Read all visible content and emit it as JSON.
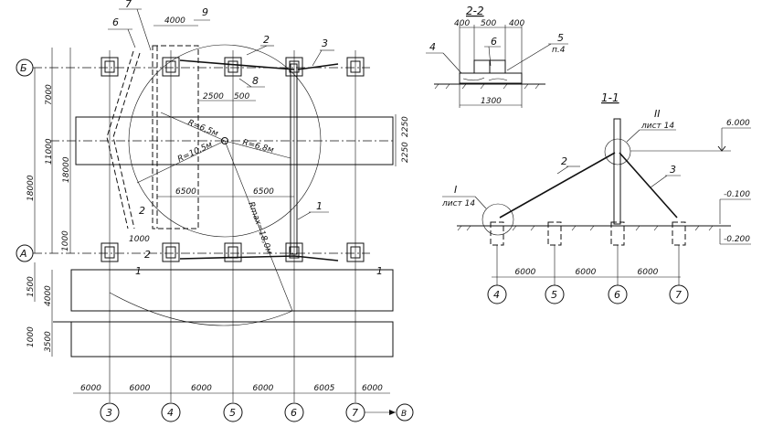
{
  "plan": {
    "row_axes": {
      "top": "Б",
      "bottom": "А"
    },
    "column_axes": [
      "3",
      "4",
      "5",
      "6",
      "7",
      "В"
    ],
    "bottom_dims": [
      "6000",
      "6000",
      "6000",
      "6000",
      "6005",
      "6000"
    ],
    "left_dims": {
      "total": "18000",
      "total2": "18000",
      "upper": "7000",
      "lower": "11000",
      "small": "1000",
      "band1": "1500",
      "band2": "4000",
      "band3": "1000",
      "band4": "3500"
    },
    "right_dims": [
      "2250",
      "2250"
    ],
    "top_dim": "4000",
    "dim_2500": "2500",
    "dim_500": "500",
    "dim_6500_left": "6500",
    "dim_6500_right": "6500",
    "dim_1000_small": "1000",
    "radii": {
      "r1": "R=6,5м",
      "r2": "R=6,8м",
      "r3": "R=10,5м",
      "rmax": "Rmax=18,0м"
    },
    "callouts": [
      "1",
      "2",
      "3",
      "6",
      "7",
      "8",
      "9"
    ],
    "section_mark": "2",
    "section_cut": "1"
  },
  "section_2_2": {
    "title": "2-2",
    "dims": [
      "400",
      "500",
      "400"
    ],
    "total": "1300",
    "callouts": {
      "left": "4",
      "mid": "6",
      "right": "5",
      "right_note": "п.4"
    }
  },
  "section_1_1": {
    "title": "1-1",
    "node_I": {
      "mark": "I",
      "sheet": "лист 14"
    },
    "node_II": {
      "mark": "II",
      "sheet": "лист 14"
    },
    "cable_left": "2",
    "cable_right": "3",
    "elevations": [
      "6.000",
      "-0.100",
      "-0.200"
    ],
    "dims": [
      "6000",
      "6000",
      "6000"
    ],
    "axes": [
      "4",
      "5",
      "6",
      "7"
    ]
  }
}
